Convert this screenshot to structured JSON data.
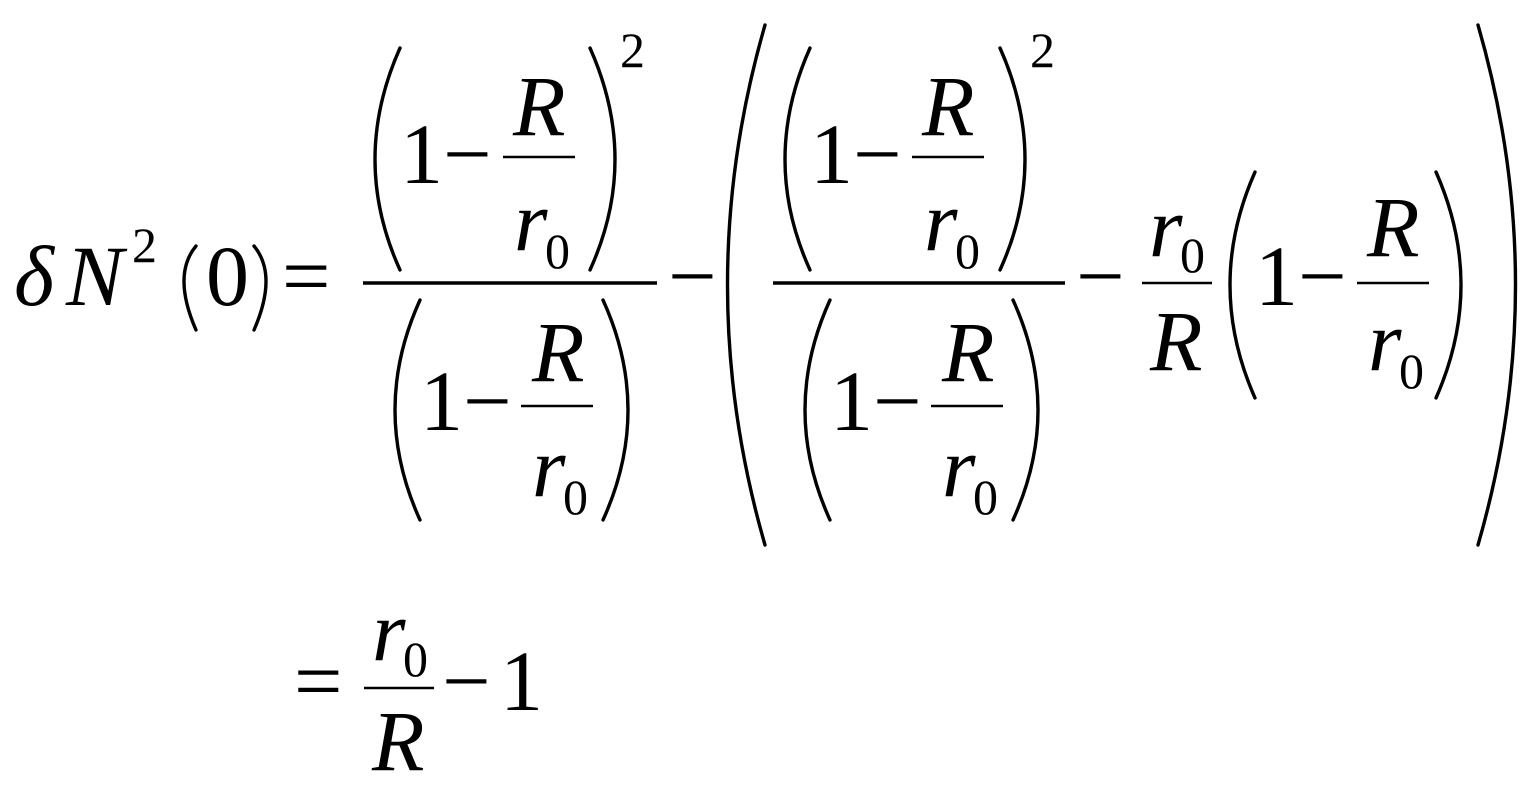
{
  "equation": {
    "lhs": {
      "delta": "δ",
      "symbol": "N",
      "exponent": "2",
      "argument": "(0)"
    },
    "equals": "=",
    "minus": "−",
    "one": "1",
    "R": "R",
    "r": "r",
    "subscript_zero": "0",
    "square": "2",
    "result": {
      "equals": "=",
      "minus": "−",
      "one": "1"
    }
  }
}
